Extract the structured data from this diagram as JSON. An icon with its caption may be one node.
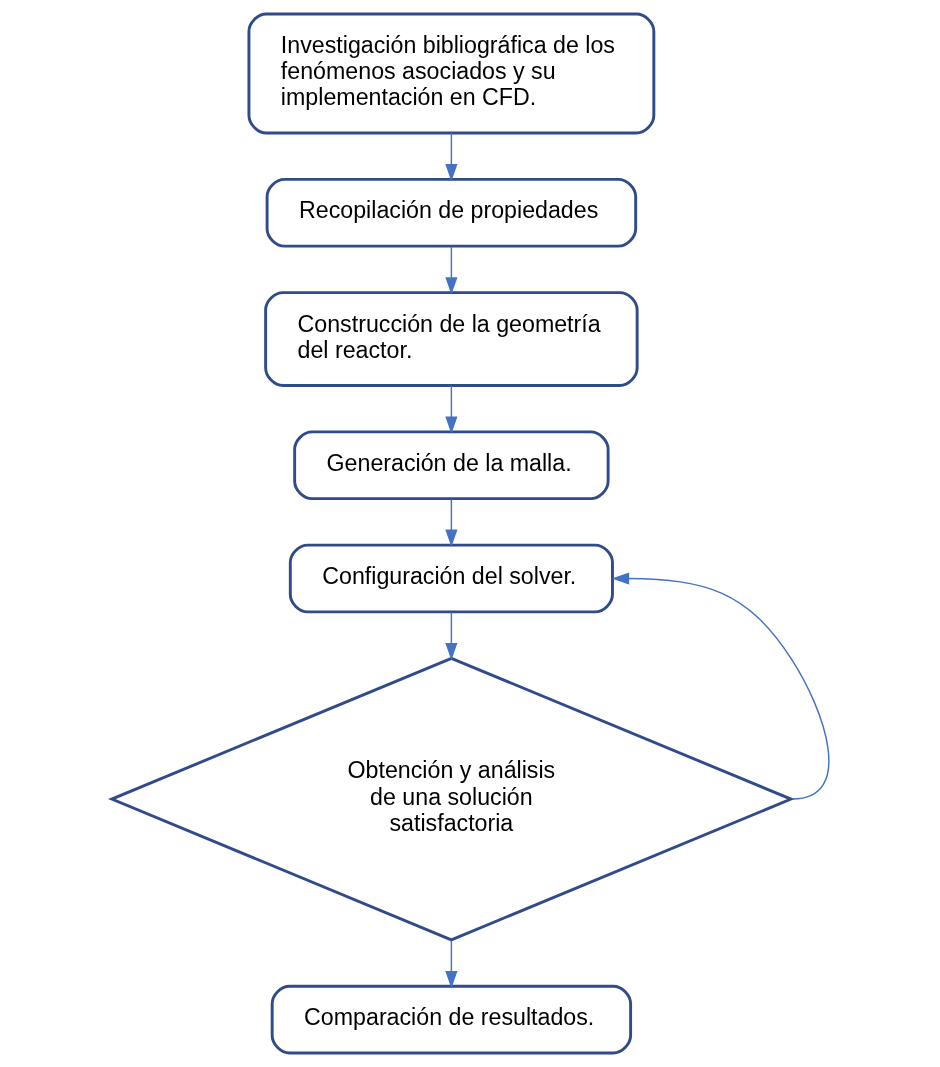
{
  "diagram": {
    "nodes": [
      {
        "text": [
          "Investigación bibliográfica de los fenómenos asociados y su implementación en CFD."
        ]
      },
      {
        "text": [
          "Recopilación de propiedades"
        ]
      },
      {
        "text": [
          "Construcción de la geometría del reactor."
        ]
      },
      {
        "text": [
          "Generación de la malla."
        ]
      },
      {
        "text": [
          "Configuración del solver."
        ]
      },
      {
        "text": [
          "Obtención y análisis de una solución satisfactoria"
        ]
      },
      {
        "text": [
          "Comparación de resultados."
        ]
      }
    ],
    "edges": [
      {
        "from": 0,
        "to": 1,
        "arrow": "to"
      },
      {
        "from": 1,
        "to": 2,
        "arrow": "to"
      },
      {
        "from": 2,
        "to": 3,
        "arrow": "to"
      },
      {
        "from": 3,
        "to": 4,
        "arrow": "to"
      },
      {
        "from": 4,
        "to": 5,
        "arrow": "to"
      },
      {
        "from": 5,
        "to": 6,
        "arrow": "to"
      },
      {
        "from": 5,
        "to": 4,
        "arrow": "to"
      }
    ]
  }
}
